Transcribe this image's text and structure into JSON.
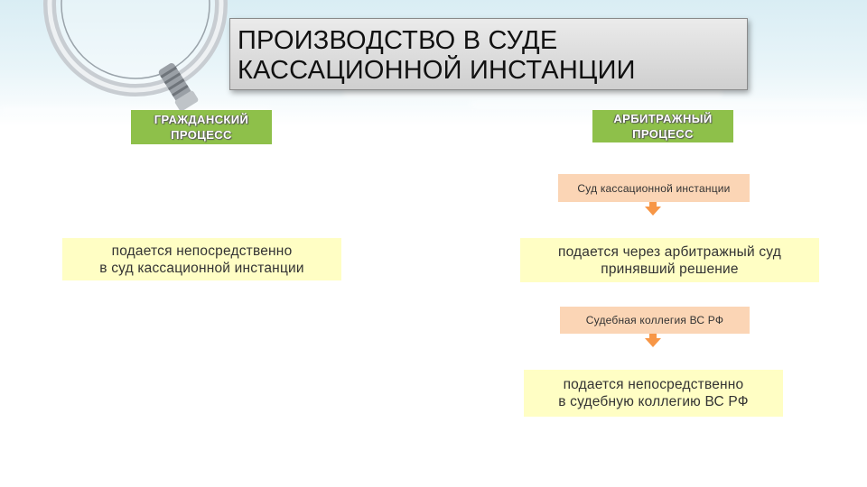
{
  "title": "ПРОИЗВОДСТВО В СУДЕ\nКАССАЦИОННОЙ ИНСТАНЦИИ",
  "columns": {
    "civil": {
      "heading": "ГРАЖДАНСКИЙ\nПРОЦЕСС",
      "filing": "подается непосредственно\nв суд кассационной инстанции"
    },
    "arbitration": {
      "heading": "АРБИТРАЖНЫЙ\nПРОЦЕСС",
      "court_1": "Суд кассационной инстанции",
      "filing_1": "подается через арбитражный суд\nпринявший решение",
      "court_2": "Судебная коллегия ВС РФ",
      "filing_2": "подается непосредственно\nв судебную коллегию ВС РФ"
    }
  },
  "colors": {
    "heading_fill": "#8ec04a",
    "court_fill": "#fbd5b5",
    "filing_fill": "#fffec4",
    "arrow": "#f79646"
  }
}
